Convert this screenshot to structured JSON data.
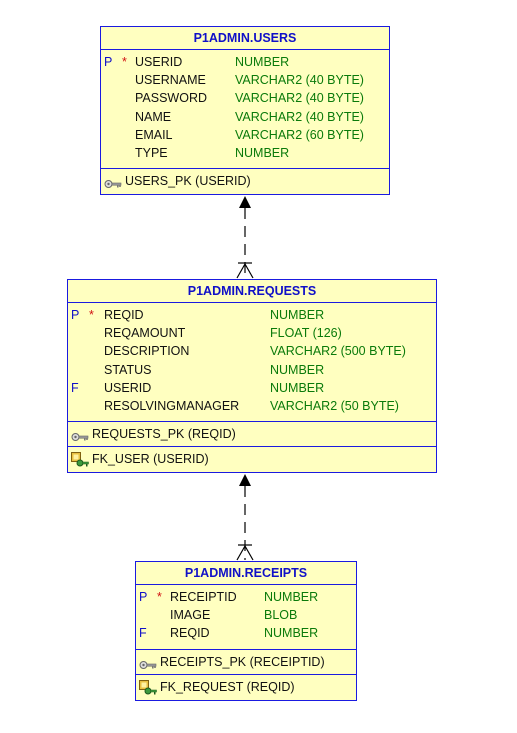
{
  "entities": {
    "users": {
      "title": "P1ADMIN.USERS",
      "columns": [
        {
          "key": "P",
          "required": "*",
          "name": "USERID",
          "type": "NUMBER"
        },
        {
          "key": "",
          "required": "",
          "name": "USERNAME",
          "type": "VARCHAR2 (40 BYTE)"
        },
        {
          "key": "",
          "required": "",
          "name": "PASSWORD",
          "type": "VARCHAR2 (40 BYTE)"
        },
        {
          "key": "",
          "required": "",
          "name": "NAME",
          "type": "VARCHAR2 (40 BYTE)"
        },
        {
          "key": "",
          "required": "",
          "name": "EMAIL",
          "type": "VARCHAR2 (60 BYTE)"
        },
        {
          "key": "",
          "required": "",
          "name": "TYPE",
          "type": "NUMBER"
        }
      ],
      "pk": "USERS_PK (USERID)"
    },
    "requests": {
      "title": "P1ADMIN.REQUESTS",
      "columns": [
        {
          "key": "P",
          "required": "*",
          "name": "REQID",
          "type": "NUMBER"
        },
        {
          "key": "",
          "required": "",
          "name": "REQAMOUNT",
          "type": "FLOAT (126)"
        },
        {
          "key": "",
          "required": "",
          "name": "DESCRIPTION",
          "type": "VARCHAR2 (500 BYTE)"
        },
        {
          "key": "",
          "required": "",
          "name": "STATUS",
          "type": "NUMBER"
        },
        {
          "key": "F",
          "required": "",
          "name": "USERID",
          "type": "NUMBER"
        },
        {
          "key": "",
          "required": "",
          "name": "RESOLVINGMANAGER",
          "type": "VARCHAR2 (50 BYTE)"
        }
      ],
      "pk": "REQUESTS_PK (REQID)",
      "fk": "FK_USER (USERID)"
    },
    "receipts": {
      "title": "P1ADMIN.RECEIPTS",
      "columns": [
        {
          "key": "P",
          "required": "*",
          "name": "RECEIPTID",
          "type": "NUMBER"
        },
        {
          "key": "",
          "required": "",
          "name": "IMAGE",
          "type": "BLOB"
        },
        {
          "key": "F",
          "required": "",
          "name": "REQID",
          "type": "NUMBER"
        }
      ],
      "pk": "RECEIPTS_PK (RECEIPTID)",
      "fk": "FK_REQUEST (REQID)"
    }
  },
  "relationships": [
    {
      "from": "requests",
      "to": "users",
      "fk": "FK_USER"
    },
    {
      "from": "receipts",
      "to": "requests",
      "fk": "FK_REQUEST"
    }
  ],
  "icons": {
    "primary_key": "key-icon",
    "foreign_key": "foreign-key-icon"
  },
  "colors": {
    "entity_fill": "#ffffc0",
    "entity_border": "#1a1ae0",
    "title_text": "#1010c8",
    "type_text": "#0a7a0a",
    "required_mark": "#d01010"
  }
}
